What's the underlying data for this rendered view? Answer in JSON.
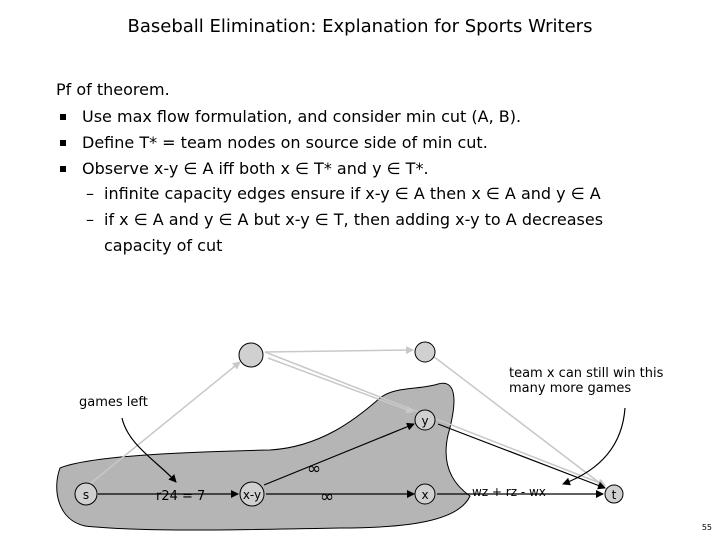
{
  "slide": {
    "title": "Baseball Elimination:  Explanation for Sports Writers",
    "proof_heading": "Pf of theorem.",
    "bullets": [
      "Use max flow formulation, and consider min cut (A, B).",
      "Define T* = team nodes on source side of min cut.",
      "Observe x-y ∈ A iff both x ∈ T* and y ∈ T*."
    ],
    "sub_bullets": [
      "infinite capacity edges ensure if x-y ∈ A then x ∈ A and y ∈ A",
      "if x ∈ A and y ∈ A but x-y ∈ T, then adding x-y to A decreases"
    ],
    "sub_bullet_continuation": "capacity of cut",
    "page_number": "55"
  },
  "diagram": {
    "annotations": {
      "games_left": "games left",
      "team_x_line1": "team x can still win this",
      "team_x_line2": "many more games"
    },
    "nodes": {
      "s": "s",
      "xy": "x-y",
      "x": "x",
      "y": "y",
      "t": "t"
    },
    "edge_labels": {
      "r24": "r24 = 7",
      "inf_top": "∞",
      "inf_mid": "∞",
      "capacity_x": "wz + rz - wx"
    },
    "colors": {
      "cut_region": "#b5b5b5",
      "node_fill": "#d0d0d0",
      "faint_edge": "#c8c8c8",
      "edge": "#000000"
    }
  }
}
